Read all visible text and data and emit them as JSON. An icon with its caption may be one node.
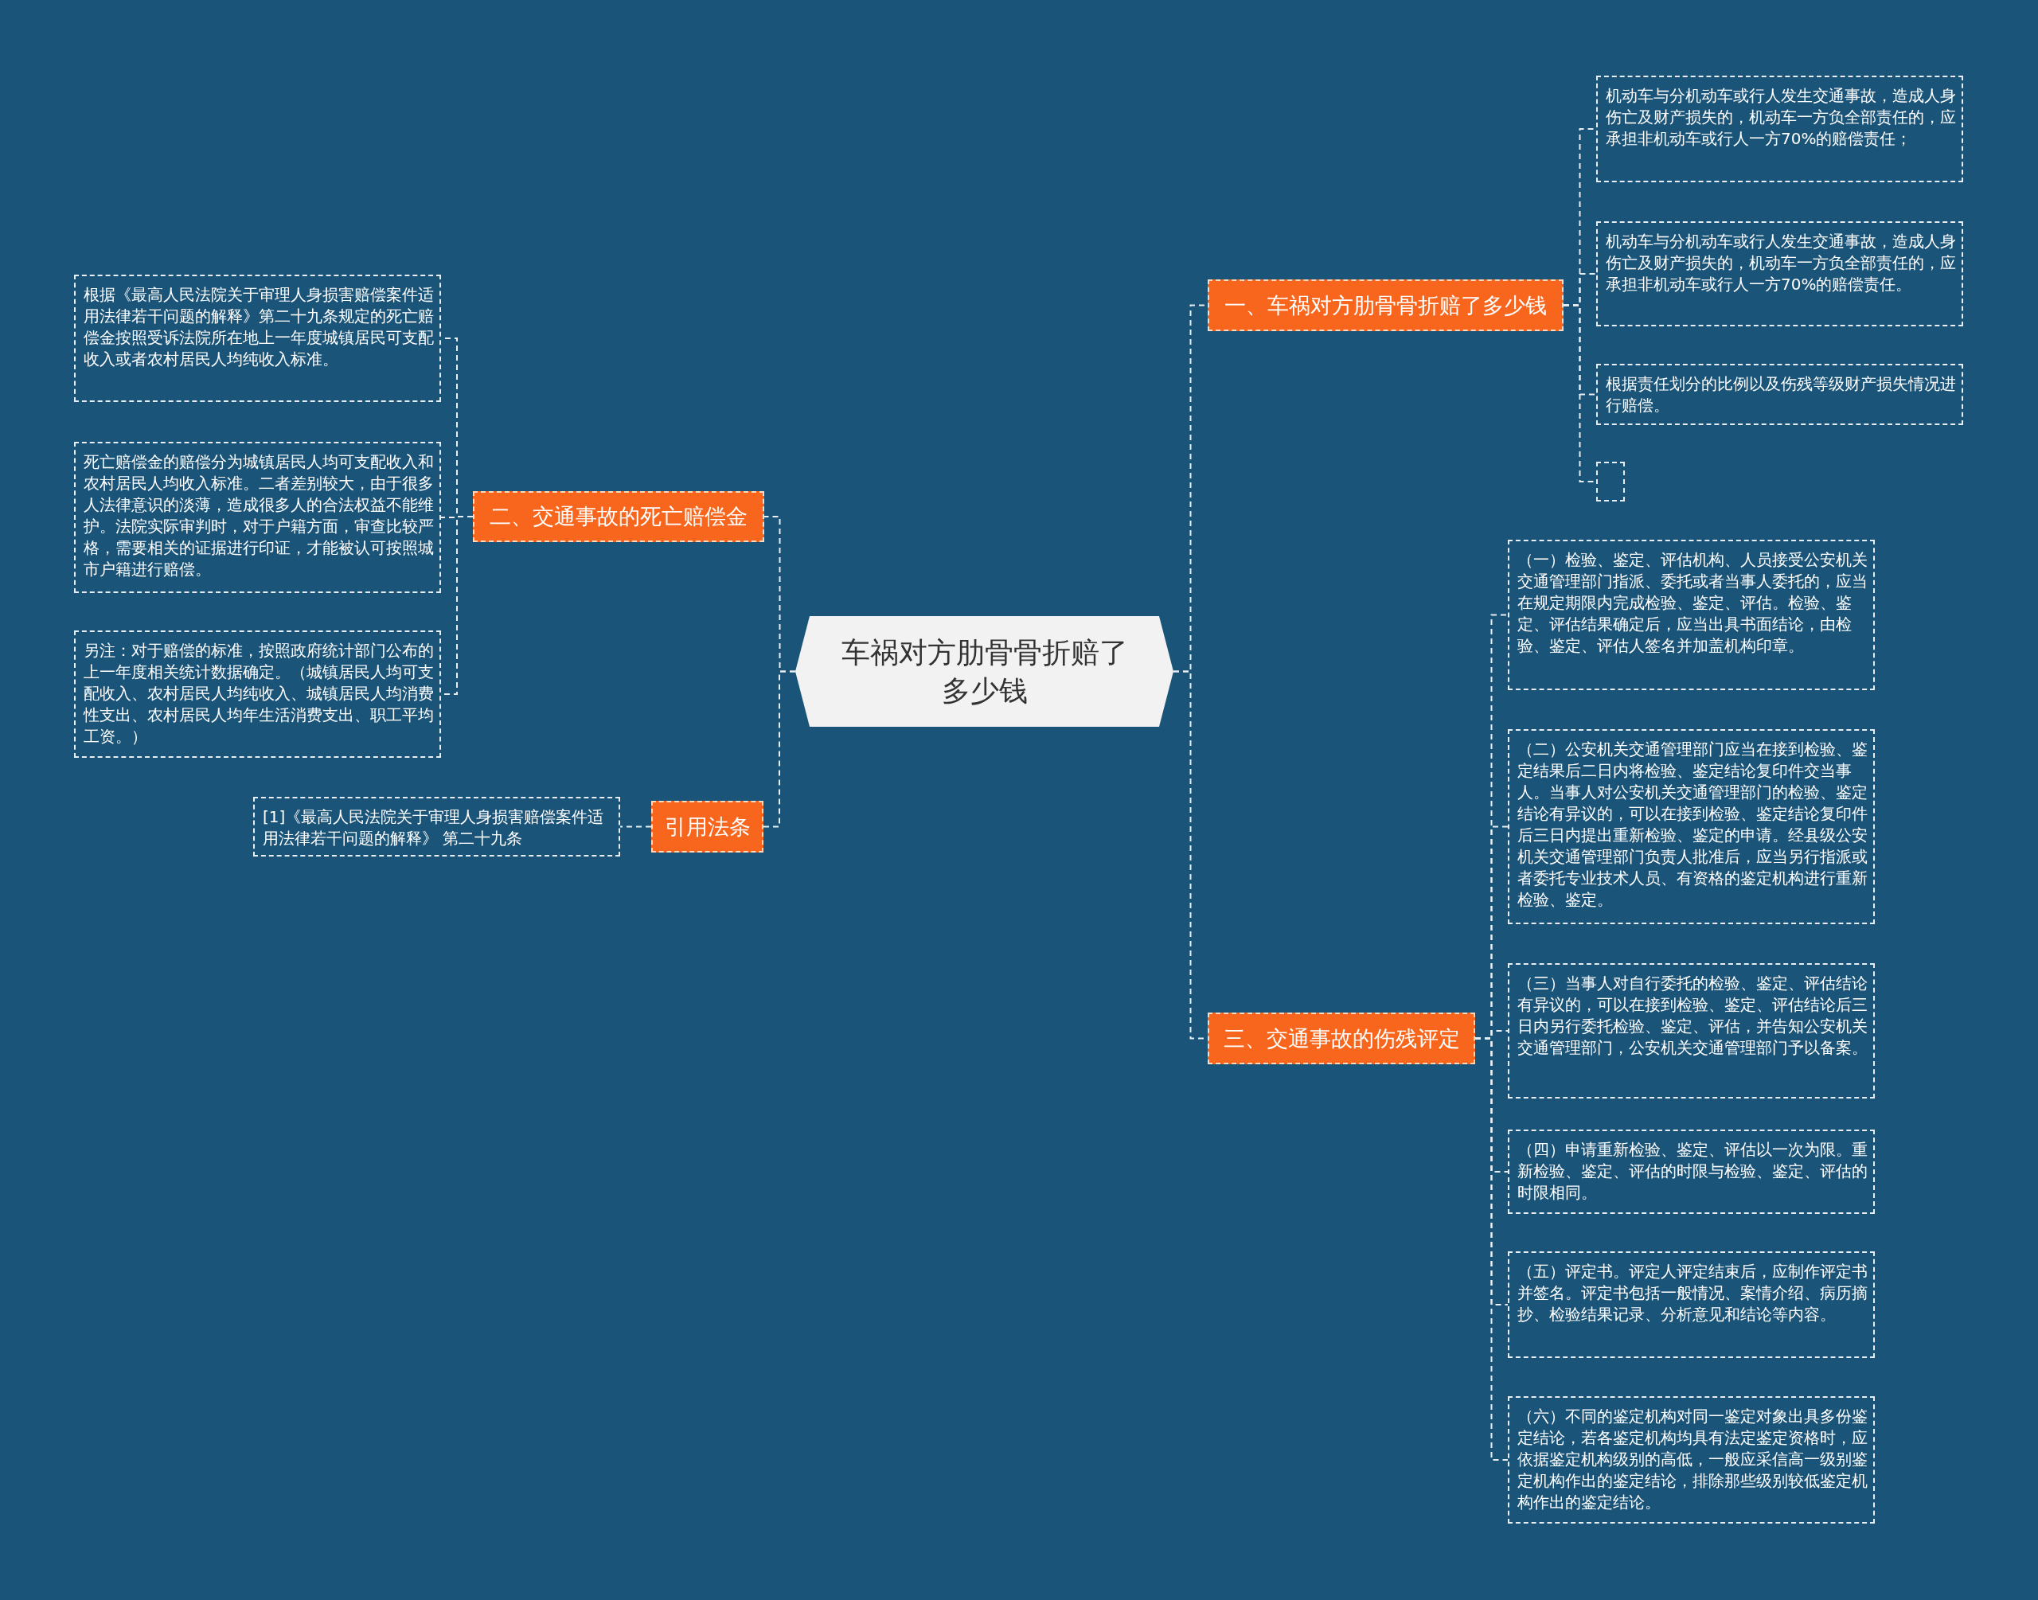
{
  "diagram": {
    "nodes": [
      {
        "text": [
          "车祸对方肋骨骨折赔了多少钱"
        ]
      },
      {
        "text": [
          "一、车祸对方肋骨骨折赔了多少钱"
        ]
      },
      {
        "text": [
          "机动车与分机动车或行人发生交通事故，造成人身伤亡及财产损失的，机动车一方负全部责任的，应承担非机动车或行人一方70%的赔偿责任；"
        ]
      },
      {
        "text": [
          "机动车与分机动车或行人发生交通事故，造成人身伤亡及财产损失的，机动车一方负全部责任的，应承担非机动车或行人一方70%的赔偿责任。"
        ]
      },
      {
        "text": [
          "根据责任划分的比例以及伤残等级财产损失情况进行赔偿。"
        ]
      },
      {
        "text": [],
        "shape": "box"
      },
      {
        "text": [
          "三、交通事故的伤残评定"
        ]
      },
      {
        "text": [
          "（一）检验、鉴定、评估机构、人员接受公安机关交通管理部门指派、委托或者当事人委托的，应当在规定期限内完成检验、鉴定、评估。检验、鉴定、评估结果确定后，应当出具书面结论，由检验、鉴定、评估人签名并加盖机构印章。"
        ]
      },
      {
        "text": [
          "（二）公安机关交通管理部门应当在接到检验、鉴定结果后二日内将检验、鉴定结论复印件交当事人。当事人对公安机关交通管理部门的检验、鉴定结论有异议的，可以在接到检验、鉴定结论复印件后三日内提出重新检验、鉴定的申请。经县级公安机关交通管理部门负责人批准后，应当另行指派或者委托专业技术人员、有资格的鉴定机构进行重新检验、鉴定。"
        ]
      },
      {
        "text": [
          "（三）当事人对自行委托的检验、鉴定、评估结论有异议的，可以在接到检验、鉴定、评估结论后三日内另行委托检验、鉴定、评估，并告知公安机关交通管理部门，公安机关交通管理部门予以备案。"
        ]
      },
      {
        "text": [
          "（四）申请重新检验、鉴定、评估以一次为限。重新检验、鉴定、评估的时限与检验、鉴定、评估的时限相同。"
        ]
      },
      {
        "text": [
          "（五）评定书。评定人评定结束后，应制作评定书并签名。评定书包括一般情况、案情介绍、病历摘抄、检验结果记录、分析意见和结论等内容。"
        ]
      },
      {
        "text": [
          "（六）不同的鉴定机构对同一鉴定对象出具多份鉴定结论，若各鉴定机构均具有法定鉴定资格时，应依据鉴定机构级别的高低，一般应采信高一级别鉴定机构作出的鉴定结论，排除那些级别较低鉴定机构作出的鉴定结论。"
        ]
      },
      {
        "text": [
          "二、交通事故的死亡赔偿金"
        ]
      },
      {
        "text": [
          "根据《最高人民法院关于审理人身损害赔偿案件适用法律若干问题的解释》第二十九条规定的死亡赔偿金按照受诉法院所在地上一年度城镇居民可支配收入或者农村居民人均纯收入标准。"
        ]
      },
      {
        "text": [
          "死亡赔偿金的赔偿分为城镇居民人均可支配收入和农村居民人均收入标准。二者差别较大，由于很多人法律意识的淡薄，造成很多人的合法权益不能维护。法院实际审判时，对于户籍方面，审查比较严格，需要相关的证据进行印证，才能被认可按照城市户籍进行赔偿。"
        ]
      },
      {
        "text": [
          "另注：对于赔偿的标准，按照政府统计部门公布的上一年度相关统计数据确定。（城镇居民人均可支配收入、农村居民人均纯收入、城镇居民人均消费性支出、农村居民人均年生活消费支出、职工平均工资。）"
        ]
      },
      {
        "text": [
          "引用法条"
        ]
      },
      {
        "text": [
          "[1]《最高人民法院关于审理人身损害赔偿案件适用法律若干问题的解释》 第二十九条"
        ]
      }
    ],
    "edges": [
      {
        "from": 0,
        "to": 1,
        "arrow": "none"
      },
      {
        "from": 1,
        "to": 2,
        "arrow": "none"
      },
      {
        "from": 1,
        "to": 3,
        "arrow": "none"
      },
      {
        "from": 1,
        "to": 4,
        "arrow": "none"
      },
      {
        "from": 1,
        "to": 5,
        "arrow": "none"
      },
      {
        "from": 0,
        "to": 6,
        "arrow": "none"
      },
      {
        "from": 6,
        "to": 7,
        "arrow": "none"
      },
      {
        "from": 6,
        "to": 8,
        "arrow": "none"
      },
      {
        "from": 6,
        "to": 9,
        "arrow": "none"
      },
      {
        "from": 6,
        "to": 10,
        "arrow": "none"
      },
      {
        "from": 6,
        "to": 11,
        "arrow": "none"
      },
      {
        "from": 6,
        "to": 12,
        "arrow": "none"
      },
      {
        "from": 0,
        "to": 13,
        "arrow": "none"
      },
      {
        "from": 13,
        "to": 14,
        "arrow": "none"
      },
      {
        "from": 13,
        "to": 15,
        "arrow": "none"
      },
      {
        "from": 13,
        "to": 16,
        "arrow": "none"
      },
      {
        "from": 0,
        "to": 17,
        "arrow": "none"
      },
      {
        "from": 17,
        "to": 18,
        "arrow": "none"
      }
    ]
  }
}
